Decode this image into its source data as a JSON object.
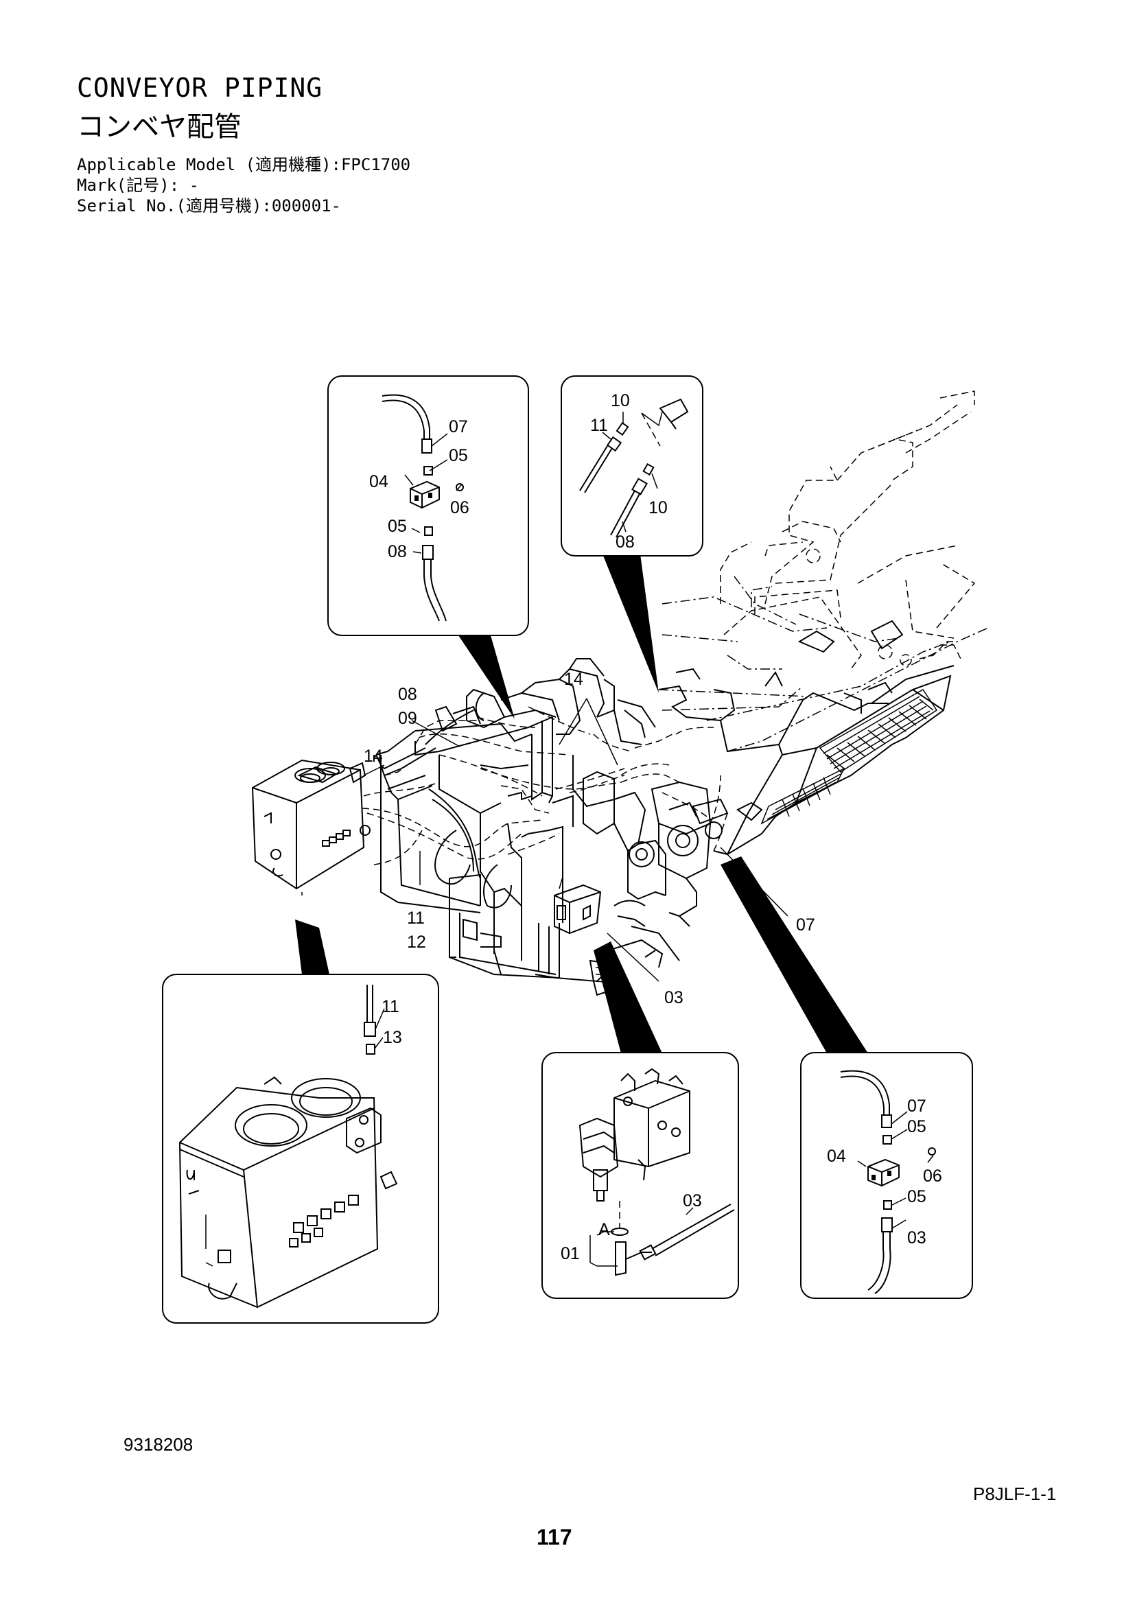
{
  "header": {
    "title_en": "CONVEYOR PIPING",
    "title_jp": "コンベヤ配管",
    "applicable_model": "Applicable Model (適用機種):FPC1700",
    "mark": "Mark(記号): -",
    "serial_no": "Serial No.(適用号機):000001-"
  },
  "footer": {
    "doc_number": "9318208",
    "page_code": "P8JLF-1-1",
    "page_number": "117"
  },
  "main_labels": {
    "l08": "08",
    "l09": "09",
    "l14a": "14",
    "l14b": "14",
    "l11": "11",
    "l12": "12",
    "l07": "07",
    "l03": "03"
  },
  "detail_top_left": {
    "l07": "07",
    "l05a": "05",
    "l04": "04",
    "l06": "06",
    "l05b": "05",
    "l08": "08"
  },
  "detail_top_right": {
    "l10a": "10",
    "l11": "11",
    "l10b": "10",
    "l08": "08"
  },
  "detail_tank": {
    "l11": "11",
    "l13": "13"
  },
  "detail_valve": {
    "l03": "03",
    "lA": "A",
    "l01": "01"
  },
  "detail_bottom_right": {
    "l07": "07",
    "l05a": "05",
    "l04": "04",
    "l06": "06",
    "l05b": "05",
    "l03": "03"
  }
}
